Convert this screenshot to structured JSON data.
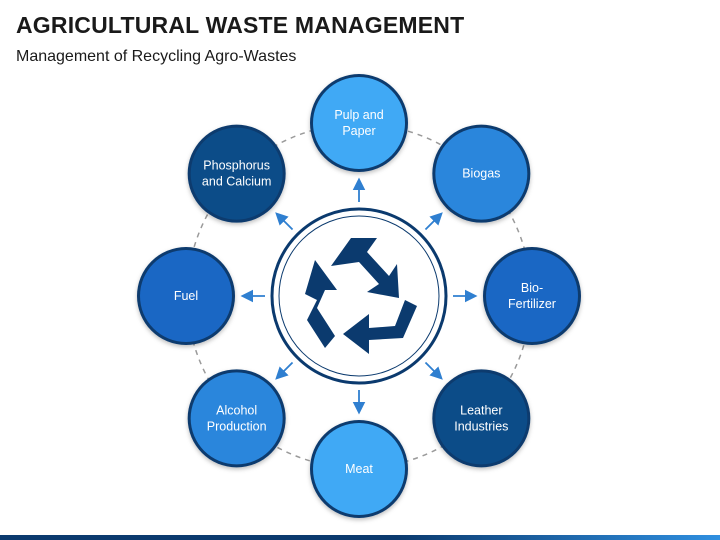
{
  "header": {
    "title": "AGRICULTURAL WASTE MANAGEMENT",
    "subtitle": "Management of Recycling Agro-Wastes"
  },
  "center": {
    "icon": "recycle-icon"
  },
  "nodes": [
    {
      "id": "pulp-and-paper",
      "lines": [
        "Pulp and",
        "Paper"
      ],
      "color": "#40a9f5"
    },
    {
      "id": "biogas",
      "lines": [
        "Biogas"
      ],
      "color": "#2a86dc"
    },
    {
      "id": "bio-fertilizer",
      "lines": [
        "Bio-",
        "Fertilizer"
      ],
      "color": "#1a67c4"
    },
    {
      "id": "leather-industries",
      "lines": [
        "Leather",
        "Industries"
      ],
      "color": "#0c4c88"
    },
    {
      "id": "meat",
      "lines": [
        "Meat"
      ],
      "color": "#40a9f5"
    },
    {
      "id": "alcohol-production",
      "lines": [
        "Alcohol",
        "Production"
      ],
      "color": "#2a86dc"
    },
    {
      "id": "fuel",
      "lines": [
        "Fuel"
      ],
      "color": "#1a67c4"
    },
    {
      "id": "phosphorus-and-calcium",
      "lines": [
        "Phosphorus",
        "and Calcium"
      ],
      "color": "#0c4c88"
    }
  ],
  "colors": {
    "navy": "#0b3a6e",
    "arrow": "#2f7fd0",
    "ring": "#9a9a9a"
  }
}
